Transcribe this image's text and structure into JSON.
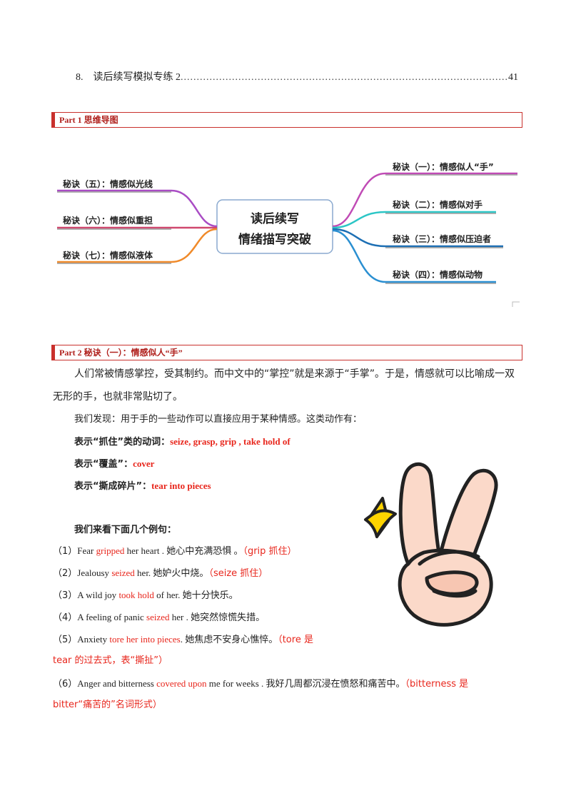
{
  "toc": {
    "number": "8.",
    "title": "读后续写模拟专练 2",
    "page": "41"
  },
  "part1": {
    "title": "Part 1 思维导图"
  },
  "mindmap": {
    "center_line1": "读后续写",
    "center_line2": "情绪描写突破",
    "right_nodes": [
      "秘诀（一）：情感似人“手”",
      "秘诀（二）：情感似对手",
      "秘诀（三）：情感似压迫者",
      "秘诀（四）：情感似动物"
    ],
    "left_nodes": [
      "秘诀（五）：情感似光线",
      "秘诀（六）：情感似重担",
      "秘诀（七）：情感似液体"
    ]
  },
  "part2": {
    "title": "Part 2 秘诀（一）：情感似人“手”"
  },
  "intro": {
    "p1_line1": "人们常被情感掌控，受其制约。而中文中的“掌控”就是来源于“手掌”。于是，情感就可以比喻成一双",
    "p1_line2": "无形的手，也就非常贴切了。",
    "p2": "我们发现：用于手的一些动作可以直接应用于某种情感。这类动作有："
  },
  "verbs": [
    {
      "label": "表示“抓住”类的动词：",
      "value": "seize, grasp, grip , take hold of"
    },
    {
      "label": "表示“覆盖”：",
      "value": "cover"
    },
    {
      "label": "表示“撕成碎片”：",
      "value": "tear into pieces"
    }
  ],
  "examples_heading": "我们来看下面几个例句：",
  "examples": [
    {
      "num": "（1）",
      "pre": "Fear ",
      "hl": "gripped",
      "post": " her heart . 她心中充满恐惧 。",
      "note": "（grip 抓住）"
    },
    {
      "num": "（2）",
      "pre": "Jealousy ",
      "hl": "seized",
      "post": " her. 她妒火中烧。",
      "note": "（seize 抓住）"
    },
    {
      "num": "（3）",
      "pre": "A wild joy ",
      "hl": "took hold",
      "post": " of her. 她十分快乐。",
      "note": ""
    },
    {
      "num": "（4）",
      "pre": "A feeling of panic ",
      "hl": "seized",
      "post": " her . 她突然惊慌失措。",
      "note": ""
    },
    {
      "num": "（5）",
      "pre": "Anxiety ",
      "hl": "tore her into pieces",
      "post": ". 她焦虑不安身心憔悴。",
      "note": "（tore 是",
      "note2": "tear 的过去式，表“撕扯”）"
    },
    {
      "num": "（6）",
      "pre": "Anger and bitterness ",
      "hl": "covered upon",
      "post": " me for weeks . 我好几周都沉浸在愤怒和痛苦中。",
      "note": "（bitterness 是",
      "note2": "bitter“痛苦的”名词形式）"
    }
  ],
  "colors": {
    "accent": "#c9302c",
    "highlight": "#e8261c"
  }
}
